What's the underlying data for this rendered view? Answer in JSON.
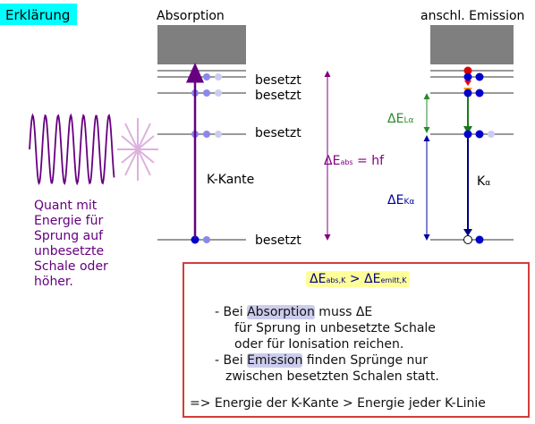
{
  "header": {
    "erklaerung": "Erklärung",
    "absorption_title": "Absorption",
    "emission_title": "anschl. Emission"
  },
  "shell_labels": [
    "besetzt",
    "besetzt",
    "besetzt",
    "besetzt"
  ],
  "k_kante": "K-Kante",
  "delta_e_abs": {
    "symbol": "ΔE",
    "sub": "abs",
    "rest": " = hf"
  },
  "delta_e_l_alpha": {
    "symbol": "ΔE",
    "sub": "Lα"
  },
  "delta_e_k_alpha": {
    "symbol": "ΔE",
    "sub": "Kα"
  },
  "k_alpha": {
    "main": "K",
    "sub": "α"
  },
  "quant_text": [
    "Quant mit",
    "Energie für",
    "Sprung auf",
    "unbesetzte",
    "Schale oder",
    "höher."
  ],
  "info": {
    "ineq_left": "ΔE",
    "ineq_left_sub": "abs,K",
    "ineq_op": " > ",
    "ineq_right": "ΔE",
    "ineq_right_sub": "emitt,K",
    "line1_pre": "- Bei ",
    "line1_hl": "Absorption",
    "line1_post": " muss ΔE",
    "line2": "für Sprung in unbesetzte Schale",
    "line3": "oder für Ionisation reichen.",
    "line4_pre": "- Bei ",
    "line4_hl": "Emission",
    "line4_post": " finden Sprünge nur",
    "line5": "zwischen besetzten Schalen statt.",
    "conclusion": "=> Energie der K-Kante > Energie jeder K-Linie"
  },
  "colors": {
    "title_bg": "#00ffff",
    "continuum": "#7f7f7f",
    "absorption_arrow": "#660080",
    "delta_abs": "#800080",
    "delta_l": "#2a8a2a",
    "delta_k": "#0000a0",
    "electron": "#0000cc",
    "electron_light": "#8888ee",
    "electron_pale": "#ccccf2",
    "box_border": "#d43c3c"
  }
}
